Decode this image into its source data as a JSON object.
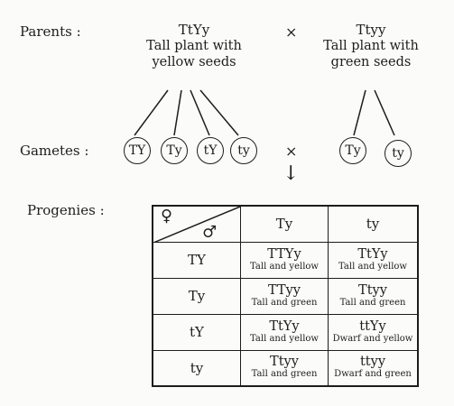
{
  "parents": {
    "label": "Parents :",
    "left": {
      "genotype": "TtYy",
      "desc1": "Tall plant with",
      "desc2": "yellow seeds"
    },
    "cross": "×",
    "right": {
      "genotype": "Ttyy",
      "desc1": "Tall plant with",
      "desc2": "green seeds"
    }
  },
  "gametes": {
    "label": "Gametes :",
    "left": [
      "TY",
      "Ty",
      "tY",
      "ty"
    ],
    "cross": "×",
    "right": [
      "Ty",
      "ty"
    ],
    "arrow": "↓"
  },
  "progenies": {
    "label": "Progenies :",
    "female_symbol": "♀",
    "male_symbol": "♂",
    "col_headers": [
      "Ty",
      "ty"
    ],
    "rows": [
      {
        "gamete": "TY",
        "cells": [
          {
            "g": "TTYy",
            "d": "Tall and yellow"
          },
          {
            "g": "TtYy",
            "d": "Tall and yellow"
          }
        ]
      },
      {
        "gamete": "Ty",
        "cells": [
          {
            "g": "TTyy",
            "d": "Tall and green"
          },
          {
            "g": "Ttyy",
            "d": "Tall and green"
          }
        ]
      },
      {
        "gamete": "tY",
        "cells": [
          {
            "g": "TtYy",
            "d": "Tall and yellow"
          },
          {
            "g": "ttYy",
            "d": "Dwarf and yellow"
          }
        ]
      },
      {
        "gamete": "ty",
        "cells": [
          {
            "g": "Ttyy",
            "d": "Tall and green"
          },
          {
            "g": "ttyy",
            "d": "Dwarf and green"
          }
        ]
      }
    ]
  }
}
